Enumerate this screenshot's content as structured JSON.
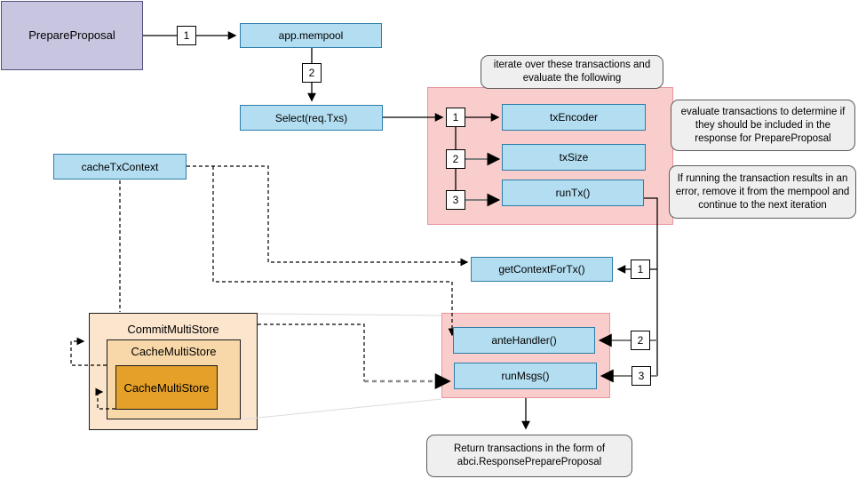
{
  "nodes": {
    "prepare_proposal": "PrepareProposal",
    "app_mempool": "app.mempool",
    "select_req_txs": "Select(req.Txs)",
    "tx_encoder": "txEncoder",
    "tx_size": "txSize",
    "run_tx": "runTx()",
    "cache_tx_context": "cacheTxContext",
    "get_context_for_tx": "getContextForTx()",
    "ante_handler": "anteHandler()",
    "run_msgs": "runMsgs()",
    "commit_multi_store": "CommitMultiStore",
    "cache_multi_store": "CacheMultiStore",
    "cache_multi_store_inner": "CacheMultiStore"
  },
  "badges": {
    "flow_1": "1",
    "flow_2": "2",
    "iterate_1": "1",
    "iterate_2": "2",
    "iterate_3": "3",
    "runtx_1": "1",
    "runtx_2": "2",
    "runtx_3": "3"
  },
  "callouts": {
    "iterate": "iterate over these transactions and\nevaluate the following",
    "evaluate": "evaluate transactions to determine if\nthey should be included in the\nresponse for PrepareProposal",
    "error": "If running the transaction results in an\nerror, remove it from the mempool and\ncontinue to the next iteration",
    "return": "Return transactions in the form of\nabci.ResponsePrepareProposal"
  },
  "colors": {
    "node_blue_fill": "#B3DDF0",
    "node_blue_border": "#2D7EA8",
    "purple_fill": "#C8C5E0",
    "purple_border": "#55517C",
    "pink_fill": "#FACDCD",
    "pink_border": "#E8959C",
    "orange_outer_fill": "#FCE5CD",
    "orange_mid_fill": "#F8D8A8",
    "orange_inner_fill": "#E5A029",
    "callout_fill": "#EFEFEF",
    "callout_border": "#5C5C5C"
  }
}
